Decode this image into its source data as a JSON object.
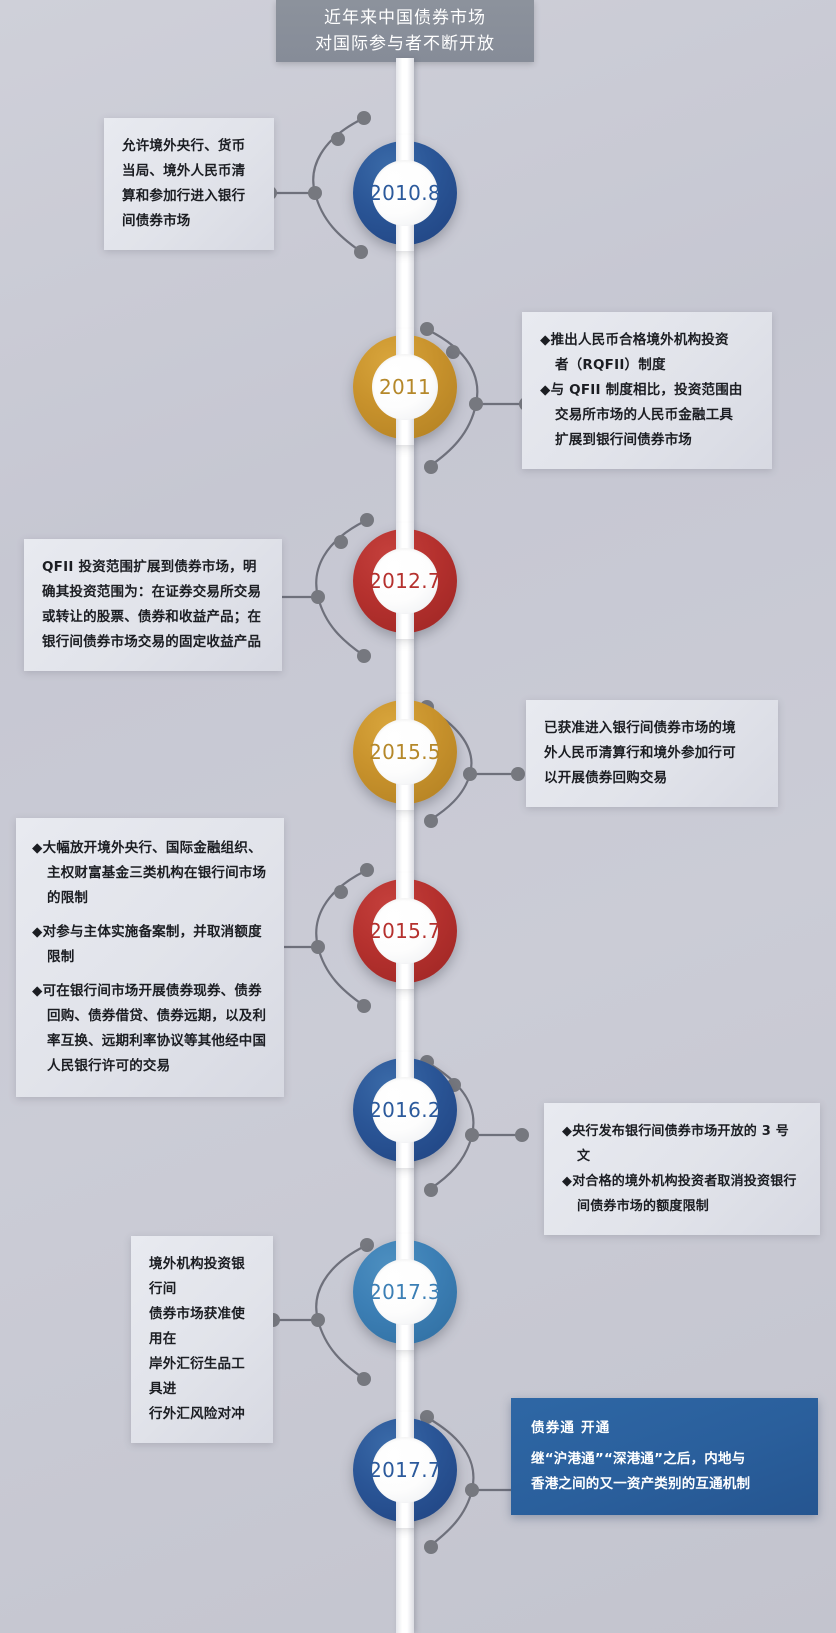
{
  "title": {
    "line1": "近年来中国债券市场",
    "line2": "对国际参与者不断开放"
  },
  "colors": {
    "background": "#c9cad4",
    "navy": "#2a5596",
    "gold": "#c8922c",
    "red": "#b5312e",
    "steel": "#3c7fb5",
    "card_bg": "#e4e6ed",
    "highlight_card_bg": "#2a5f9c",
    "connector": "#6e707b",
    "title_bar": "#888e99"
  },
  "timeline": [
    {
      "year": "2010.8",
      "color": "navy",
      "side": "left",
      "lines": [
        "允许境外央行、货币",
        "当局、境外人民币清",
        "算和参加行进入银行",
        "间债券市场"
      ]
    },
    {
      "year": "2011",
      "color": "gold",
      "side": "right",
      "lines": [
        "◆推出人民币合格境外机构投资",
        "者（RQFII）制度",
        "◆与 QFII 制度相比，投资范围由",
        "交易所市场的人民币金融工具",
        "扩展到银行间债券市场"
      ]
    },
    {
      "year": "2012.7",
      "color": "red",
      "side": "left",
      "lines": [
        "QFII 投资范围扩展到债券市场，明",
        "确其投资范围为：在证券交易所交易",
        "或转让的股票、债券和收益产品；在",
        "银行间债券市场交易的固定收益产品"
      ]
    },
    {
      "year": "2015.5",
      "color": "gold",
      "side": "right",
      "lines": [
        "已获准进入银行间债券市场的境",
        "外人民币清算行和境外参加行可",
        "以开展债券回购交易"
      ]
    },
    {
      "year": "2015.7",
      "color": "red",
      "side": "left",
      "lines": [
        "◆大幅放开境外央行、国际金融组织、",
        "主权财富基金三类机构在银行间市场",
        "的限制",
        "◆对参与主体实施备案制，并取消额度",
        "限制",
        "◆可在银行间市场开展债券现券、债券",
        "回购、债券借贷、债券远期，以及利",
        "率互换、远期利率协议等其他经中国",
        "人民银行许可的交易"
      ]
    },
    {
      "year": "2016.2",
      "color": "navy",
      "side": "right",
      "lines": [
        "◆央行发布银行间债券市场开放的 3 号文",
        "◆对合格的境外机构投资者取消投资银行",
        "间债券市场的额度限制"
      ]
    },
    {
      "year": "2017.3",
      "color": "steel",
      "side": "left",
      "lines": [
        "境外机构投资银行间",
        "债券市场获准使用在",
        "岸外汇衍生品工具进",
        "行外汇风险对冲"
      ]
    },
    {
      "year": "2017.7",
      "color": "navy",
      "side": "right",
      "highlight": true,
      "heading": "债券通 开通",
      "lines": [
        "继“沪港通”“深港通”之后，内地与",
        "香港之间的又一资产类别的互通机制"
      ]
    }
  ]
}
